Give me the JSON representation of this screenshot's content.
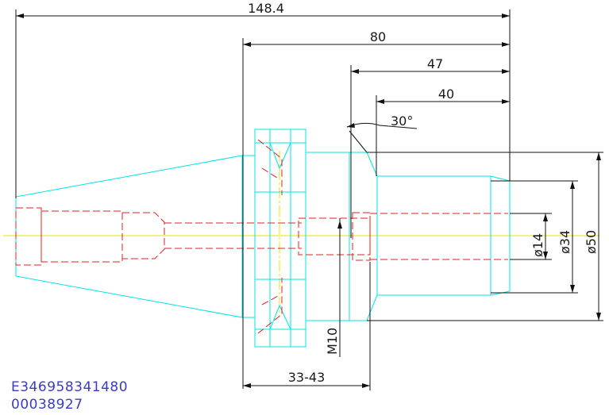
{
  "dimensions": {
    "total_length": "148.4",
    "flange_to_end": "80",
    "face_to_end": "47",
    "bore_depth": "40",
    "chamfer_angle": "30°",
    "bore_dia": "ø14",
    "mid_dia": "ø34",
    "outer_dia": "ø50",
    "thread": "M10",
    "adjust_range": "33-43"
  },
  "codes": {
    "part_number": "E346958341480",
    "serial": "00038927"
  },
  "colors": {
    "outline": "#00e5e5",
    "hidden": "#e02020",
    "centerline": "#e6e600",
    "dimension": "#111111",
    "code_text": "#3a3ad0"
  }
}
